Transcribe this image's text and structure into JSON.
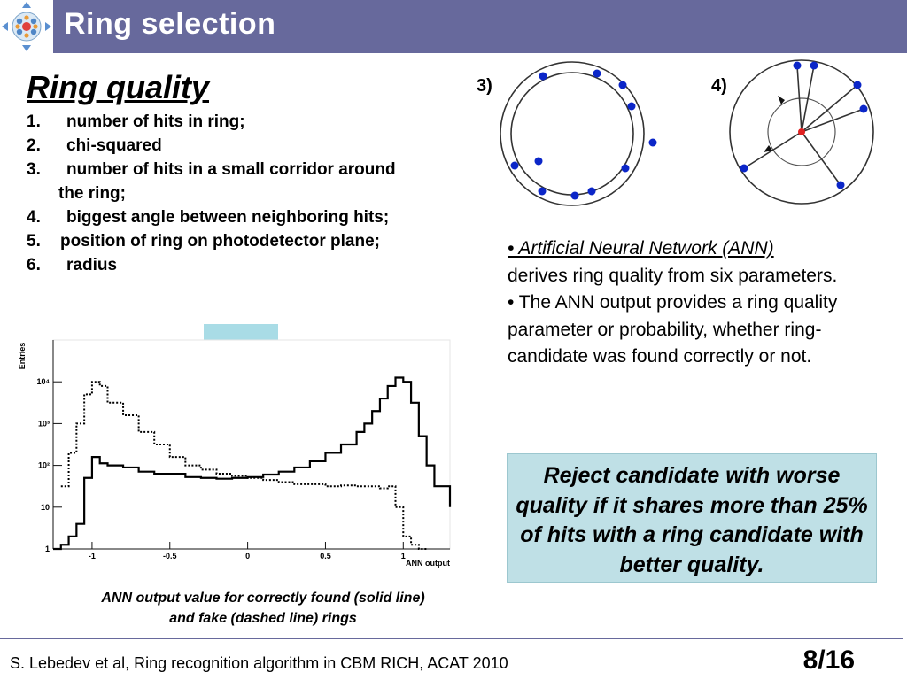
{
  "slide": {
    "title": "Ring selection",
    "heading": "Ring quality",
    "parameters": [
      {
        "num": "1.",
        "text": "number of hits in ring;"
      },
      {
        "num": "2.",
        "text": "chi-squared"
      },
      {
        "num": "3.",
        "text": "number of hits in a small corridor around"
      },
      {
        "num": "",
        "text": "the ring;"
      },
      {
        "num": "4.",
        "text": "biggest angle between neighboring hits;"
      },
      {
        "num": "5.",
        "text": "position of ring on photodetector plane;"
      },
      {
        "num": "6.",
        "text": "radius"
      }
    ],
    "ring_label_3": "3)",
    "ring_label_4": "4)",
    "ann_bullet1_title": "• Artificial Neural Network (ANN)",
    "ann_bullet1_rest": "derives ring quality from six parameters.",
    "ann_bullet2": "• The ANN output provides a ring quality parameter or probability, whether ring-candidate was found correctly or not.",
    "reject_text": "Reject candidate with worse quality if it shares more than 25% of hits with a ring candidate with better quality.",
    "caption_line1": "ANN output value for correctly found (solid line)",
    "caption_line2": "and fake (dashed line) rings",
    "footer_text": "S. Lebedev et al, Ring recognition algorithm in CBM RICH, ACAT 2010",
    "page_number": "8/16"
  },
  "colors": {
    "header": "#67699c",
    "hit_point": "#0b26c8",
    "box_fill": "#bfe0e6",
    "arrow": "#a9dce6"
  },
  "chart_data": {
    "type": "line",
    "title": "",
    "xlabel": "ANN output",
    "ylabel": "Entries",
    "xlim": [
      -1.25,
      1.3
    ],
    "ylim": [
      0,
      5
    ],
    "y_scale": "log",
    "x_ticks": [
      "-1",
      "-0.5",
      "0",
      "0.5",
      "1"
    ],
    "y_ticks": [
      "1",
      "10",
      "10²",
      "10³",
      "10⁴"
    ],
    "series": [
      {
        "style": "solid",
        "x": [
          -1.25,
          -1.2,
          -1.15,
          -1.1,
          -1.05,
          -1.0,
          -0.95,
          -0.9,
          -0.8,
          -0.7,
          -0.6,
          -0.5,
          -0.4,
          -0.3,
          -0.2,
          -0.1,
          0.0,
          0.1,
          0.2,
          0.3,
          0.4,
          0.5,
          0.6,
          0.7,
          0.75,
          0.8,
          0.85,
          0.9,
          0.95,
          1.0,
          1.05,
          1.1,
          1.15,
          1.2,
          1.3
        ],
        "y": [
          0.0,
          0.1,
          0.3,
          0.6,
          1.7,
          2.2,
          2.05,
          2.0,
          1.95,
          1.85,
          1.8,
          1.8,
          1.72,
          1.7,
          1.68,
          1.7,
          1.72,
          1.78,
          1.85,
          1.95,
          2.1,
          2.3,
          2.5,
          2.8,
          3.0,
          3.3,
          3.6,
          3.9,
          4.1,
          4.0,
          3.5,
          2.7,
          2.0,
          1.5,
          1.0
        ]
      },
      {
        "style": "dashed",
        "x": [
          -1.2,
          -1.15,
          -1.1,
          -1.05,
          -1.0,
          -0.95,
          -0.9,
          -0.8,
          -0.7,
          -0.6,
          -0.5,
          -0.4,
          -0.3,
          -0.2,
          -0.1,
          0.0,
          0.1,
          0.2,
          0.3,
          0.4,
          0.5,
          0.6,
          0.7,
          0.8,
          0.85,
          0.9,
          0.95,
          1.0,
          1.05,
          1.1,
          1.15
        ],
        "y": [
          1.5,
          2.3,
          3.0,
          3.7,
          4.0,
          3.9,
          3.5,
          3.2,
          2.8,
          2.5,
          2.2,
          2.0,
          1.9,
          1.8,
          1.75,
          1.7,
          1.65,
          1.6,
          1.55,
          1.55,
          1.5,
          1.52,
          1.5,
          1.5,
          1.45,
          1.5,
          1.0,
          0.3,
          0.1,
          0.0,
          0.0
        ]
      }
    ]
  }
}
